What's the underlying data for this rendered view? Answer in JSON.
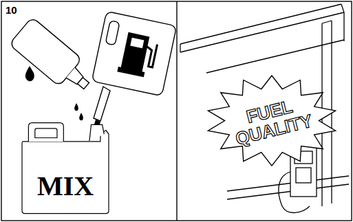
{
  "diagram": {
    "nodes": [
      {
        "text": [
          "MIX"
        ]
      },
      {
        "text": [
          "FUEL QUALITY"
        ]
      }
    ],
    "labels": [
      "10"
    ]
  }
}
